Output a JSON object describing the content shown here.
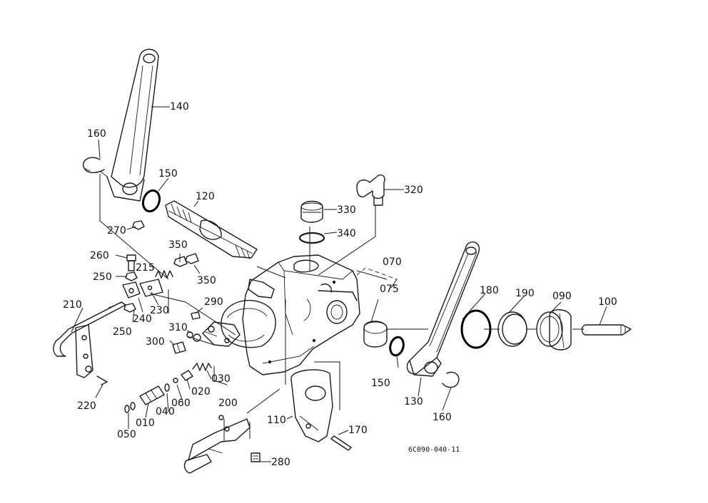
{
  "reference_code": "6C090-040-11",
  "parts": [
    {
      "number": "140"
    },
    {
      "number": "160"
    },
    {
      "number": "150"
    },
    {
      "number": "120"
    },
    {
      "number": "270"
    },
    {
      "number": "350"
    },
    {
      "number": "260"
    },
    {
      "number": "250"
    },
    {
      "number": "215"
    },
    {
      "number": "230"
    },
    {
      "number": "240"
    },
    {
      "number": "210"
    },
    {
      "number": "220"
    },
    {
      "number": "290"
    },
    {
      "number": "310"
    },
    {
      "number": "300"
    },
    {
      "number": "030"
    },
    {
      "number": "020"
    },
    {
      "number": "060"
    },
    {
      "number": "040"
    },
    {
      "number": "010"
    },
    {
      "number": "050"
    },
    {
      "number": "200"
    },
    {
      "number": "280"
    },
    {
      "number": "110"
    },
    {
      "number": "170"
    },
    {
      "number": "320"
    },
    {
      "number": "330"
    },
    {
      "number": "340"
    },
    {
      "number": "070"
    },
    {
      "number": "075"
    },
    {
      "number": "180"
    },
    {
      "number": "190"
    },
    {
      "number": "090"
    },
    {
      "number": "100"
    },
    {
      "number": "130"
    }
  ]
}
